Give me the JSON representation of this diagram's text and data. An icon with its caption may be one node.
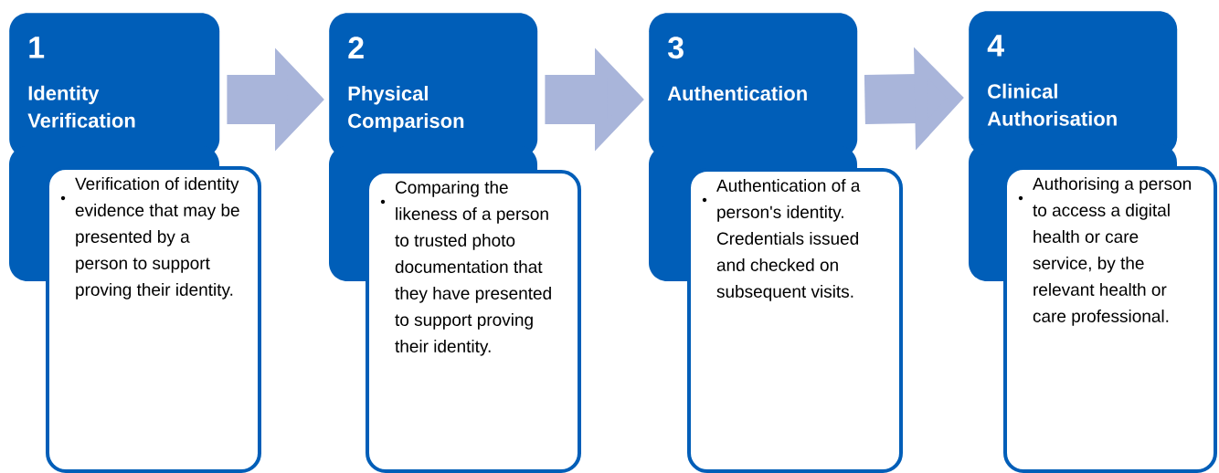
{
  "diagram": {
    "nodes": [
      {
        "text": [
          "1",
          "Identity Verification"
        ]
      },
      {
        "text": [
          "Verification of identity evidence that may be presented by a person to support proving their identity."
        ]
      },
      {
        "text": [
          "2",
          "Physical Comparison"
        ]
      },
      {
        "text": [
          "Comparing the likeness of a person to trusted photo documentation that they have presented to support proving their identity."
        ]
      },
      {
        "text": [
          "3",
          "Authentication"
        ]
      },
      {
        "text": [
          "Authentication of a person's identity. Credentials issued and checked on subsequent visits."
        ]
      },
      {
        "text": [
          "4",
          "Clinical Authorisation"
        ]
      },
      {
        "text": [
          "Authorising a person to access a digital health or care service, by the relevant health or care professional."
        ]
      }
    ],
    "edges": [
      {
        "from": 0,
        "to": 2,
        "arrow": "to"
      },
      {
        "from": 2,
        "to": 4,
        "arrow": "to"
      },
      {
        "from": 4,
        "to": 6,
        "arrow": "to"
      }
    ]
  }
}
